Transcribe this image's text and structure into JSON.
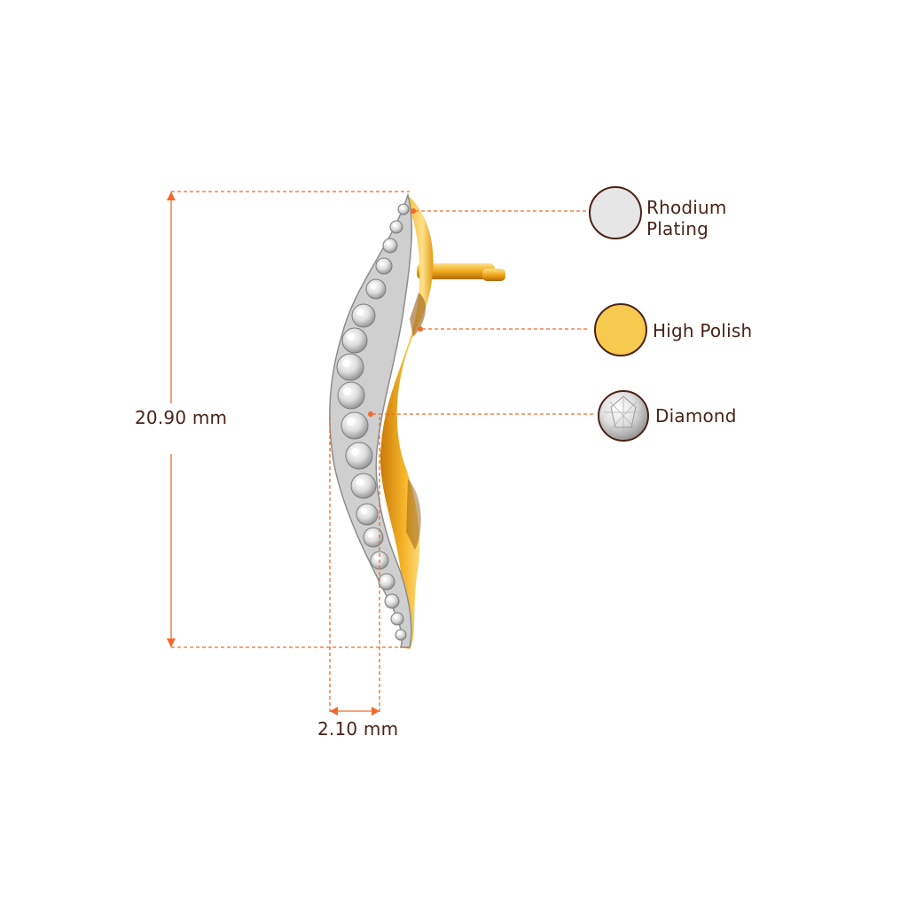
{
  "dimensions": {
    "height_label": "20.90 mm",
    "width_label": "2.10 mm"
  },
  "legend": [
    {
      "id": "rhodium",
      "label_line1": "Rhodium",
      "label_line2": "Plating",
      "color": "#e6e6e6"
    },
    {
      "id": "polish",
      "label_line1": "High Polish",
      "label_line2": "",
      "color": "#f7c94e"
    },
    {
      "id": "diamond",
      "label_line1": "Diamond",
      "label_line2": "",
      "color": "#ffffff"
    }
  ],
  "colors": {
    "dimension_line": "#f26a2a",
    "text": "#4a2318",
    "gold": "#f2a81c",
    "gold_dark": "#c97a06",
    "gold_light": "#fde08a"
  }
}
